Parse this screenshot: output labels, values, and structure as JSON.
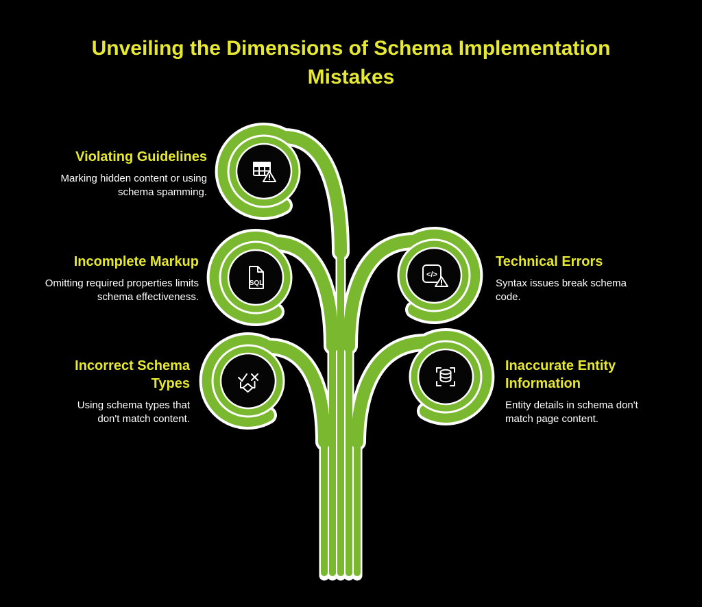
{
  "title": "Unveiling the Dimensions of Schema Implementation Mistakes",
  "colors": {
    "background": "#000000",
    "accent_yellow": "#e6e831",
    "branch_green": "#7ab82f",
    "outline_white": "#ffffff",
    "text_white": "#ffffff"
  },
  "nodes": [
    {
      "heading": "Violating Guidelines",
      "description": "Marking hidden content or using schema spamming.",
      "icon": "table-warning-icon",
      "side": "left"
    },
    {
      "heading": "Incomplete Markup",
      "description": "Omitting required properties limits schema effectiveness.",
      "icon": "sql-file-icon",
      "icon_text": "SQL",
      "side": "left"
    },
    {
      "heading": "Incorrect Schema Types",
      "description": "Using schema types that don't match content.",
      "icon": "flowchart-check-x-icon",
      "side": "left"
    },
    {
      "heading": "Technical Errors",
      "description": "Syntax issues break schema code.",
      "icon": "code-warning-icon",
      "icon_text": "</>",
      "side": "right"
    },
    {
      "heading": "Inaccurate Entity Information",
      "description": "Entity details in schema don't match page content.",
      "icon": "database-expand-icon",
      "side": "right"
    }
  ]
}
